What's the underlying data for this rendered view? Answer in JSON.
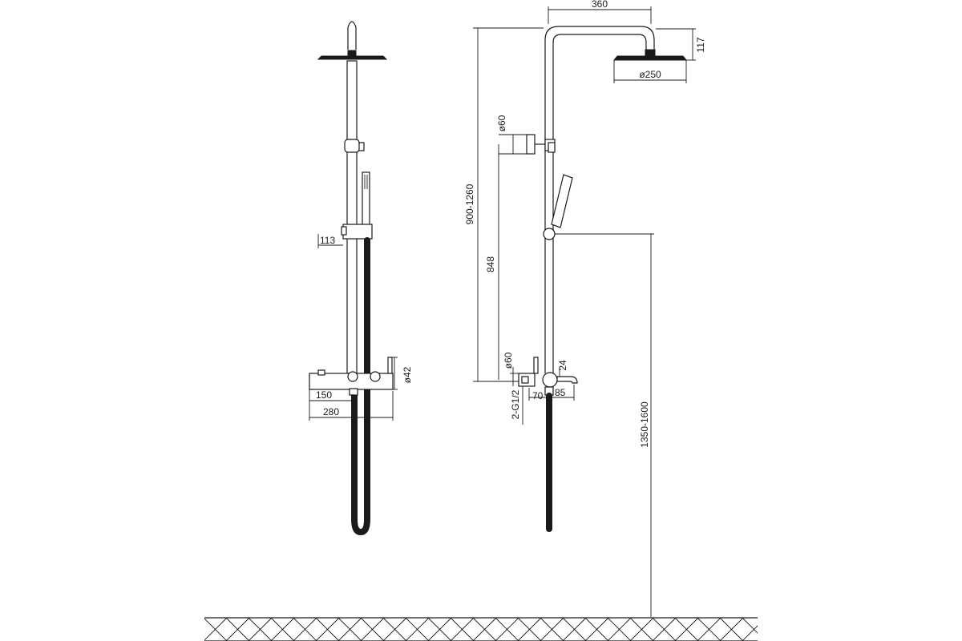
{
  "views": {
    "front": {
      "dimensions": {
        "bracket_offset": "113",
        "diverter_diameter": "ø42",
        "mixer_depth": "150",
        "overall_depth": "280"
      }
    },
    "side": {
      "dimensions": {
        "arm_reach": "360",
        "head_drop": "117",
        "head_diameter": "ø250",
        "bracket_diameter": "ø60",
        "rail_height": "900-1260",
        "bracket_spacing": "848",
        "wall_flange_diameter": "ø60",
        "spout_offset": "24",
        "inlet_spacing": "70",
        "spout_length": "85",
        "inlet_thread": "2-G1/2",
        "install_height": "1350-1600"
      }
    }
  },
  "floor": {
    "pattern": "cross-hatch"
  }
}
